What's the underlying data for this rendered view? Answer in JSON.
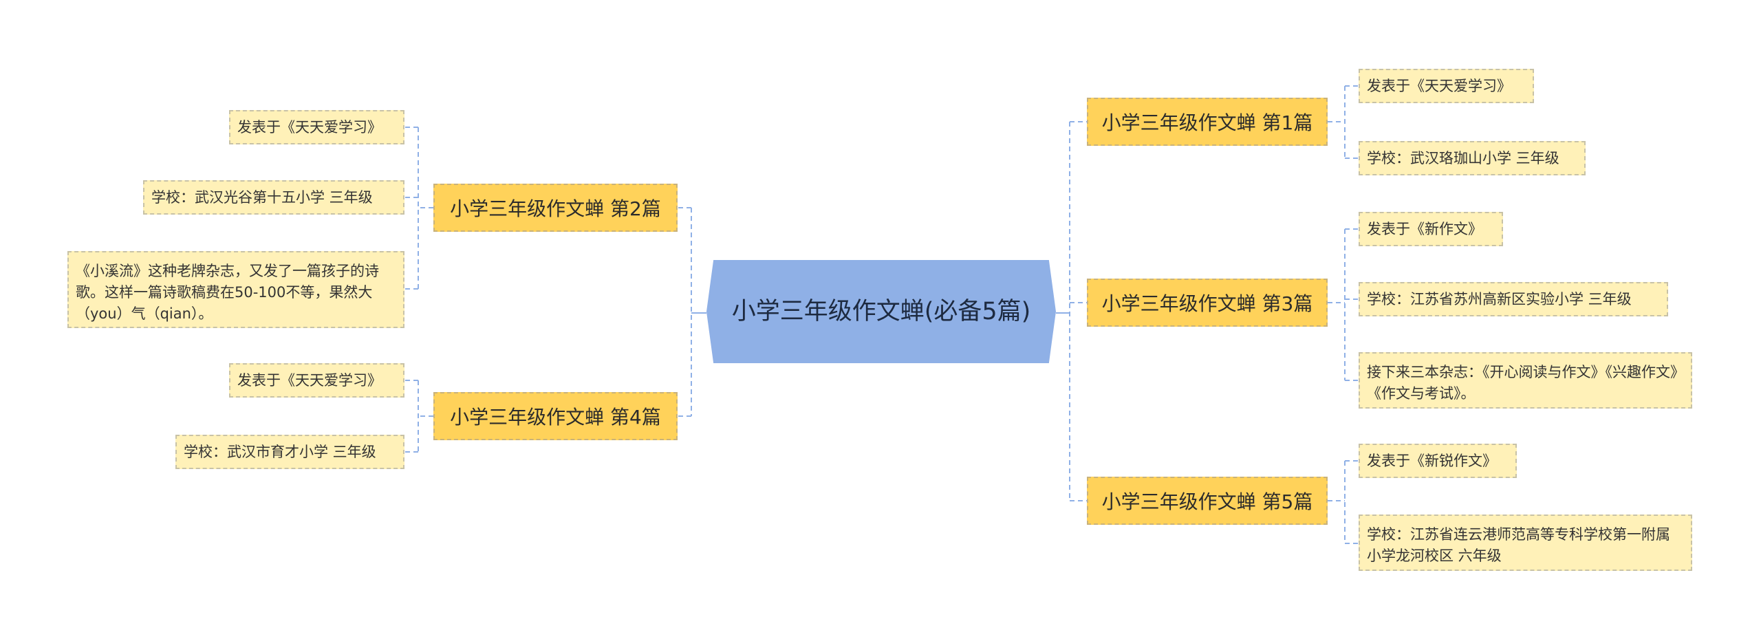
{
  "root": {
    "title": "小学三年级作文蝉(必备5篇)"
  },
  "branches": [
    {
      "label": "小学三年级作文蝉 第1篇",
      "leaves": [
        "发表于《天天爱学习》",
        "学校：武汉珞珈山小学 三年级"
      ]
    },
    {
      "label": "小学三年级作文蝉 第3篇",
      "leaves": [
        "发表于《新作文》",
        "学校：江苏省苏州高新区实验小学 三年级",
        "接下来三本杂志：《开心阅读与作文》《兴趣作文》《作文与考试》。"
      ]
    },
    {
      "label": "小学三年级作文蝉 第5篇",
      "leaves": [
        "发表于《新锐作文》",
        "学校：江苏省连云港师范高等专科学校第一附属小学龙河校区 六年级"
      ]
    },
    {
      "label": "小学三年级作文蝉 第2篇",
      "leaves": [
        "发表于《天天爱学习》",
        "学校：武汉光谷第十五小学 三年级",
        "《小溪流》这种老牌杂志，又发了一篇孩子的诗歌。这样一篇诗歌稿费在50-100不等，果然大（you）气（qian）。"
      ]
    },
    {
      "label": "小学三年级作文蝉 第4篇",
      "leaves": [
        "发表于《天天爱学习》",
        "学校：武汉市育才小学 三年级"
      ]
    }
  ],
  "colors": {
    "root_fill": "#8fb0e6",
    "branch_fill": "#ffd25a",
    "leaf_fill": "#fff1b8",
    "connector": "#8fb0e6"
  }
}
